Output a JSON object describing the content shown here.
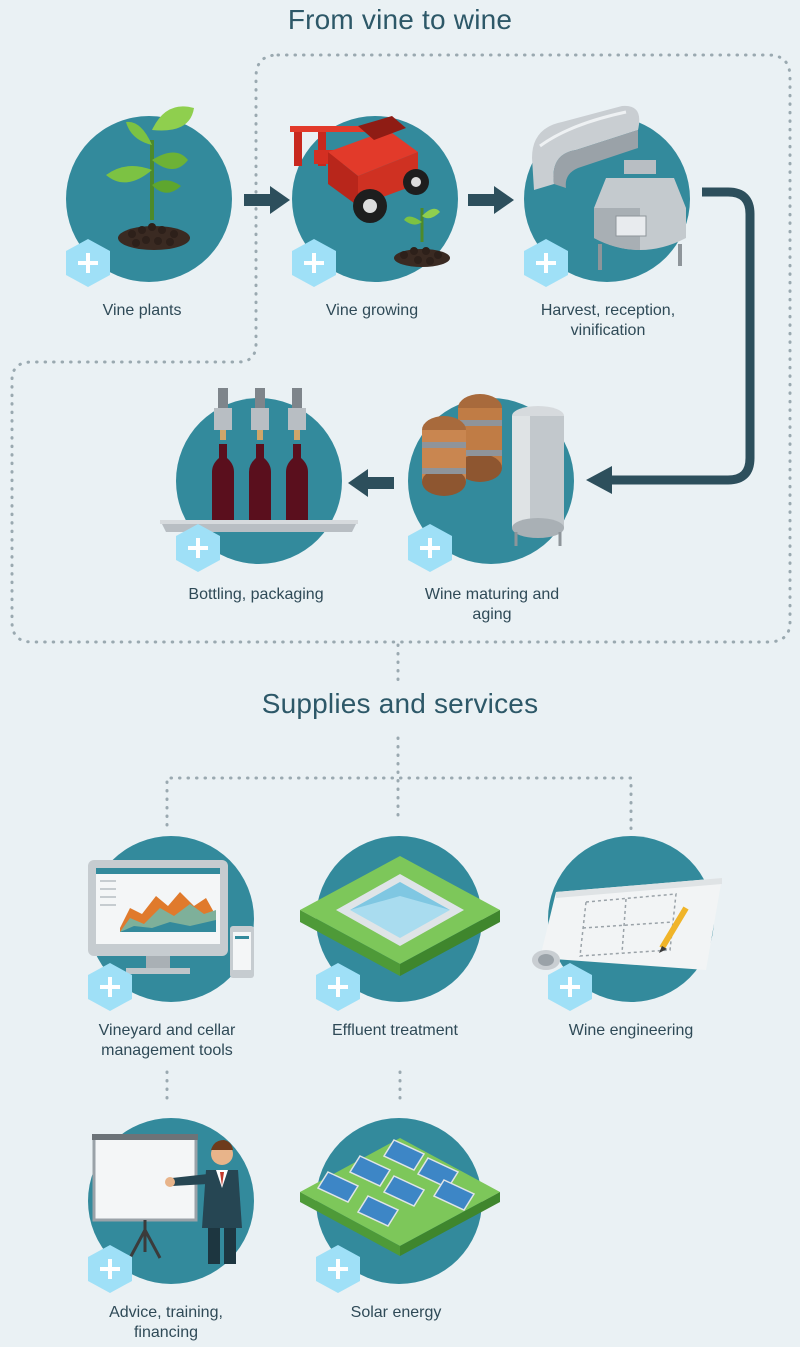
{
  "titles": {
    "top": "From vine to wine",
    "middle": "Supplies and services"
  },
  "steps": [
    {
      "id": "vine-plants",
      "label": "Vine plants"
    },
    {
      "id": "vine-growing",
      "label": "Vine growing"
    },
    {
      "id": "harvest",
      "label": "Harvest, reception, vinification"
    },
    {
      "id": "maturing",
      "label": "Wine maturing and aging"
    },
    {
      "id": "bottling",
      "label": "Bottling, packaging"
    }
  ],
  "services": [
    {
      "id": "management-tools",
      "label": "Vineyard and cellar management tools"
    },
    {
      "id": "effluent",
      "label": "Effluent treatment"
    },
    {
      "id": "engineering",
      "label": "Wine engineering"
    },
    {
      "id": "advice",
      "label": "Advice, training, financing"
    },
    {
      "id": "solar",
      "label": "Solar energy"
    }
  ],
  "colors": {
    "background": "#eaf1f4",
    "circle": "#338a9c",
    "arrow": "#2d4f5c",
    "plus_badge": "#9fe0f7",
    "text": "#2f4a57"
  },
  "icons": {
    "plus": "plus-hexagon-icon"
  }
}
